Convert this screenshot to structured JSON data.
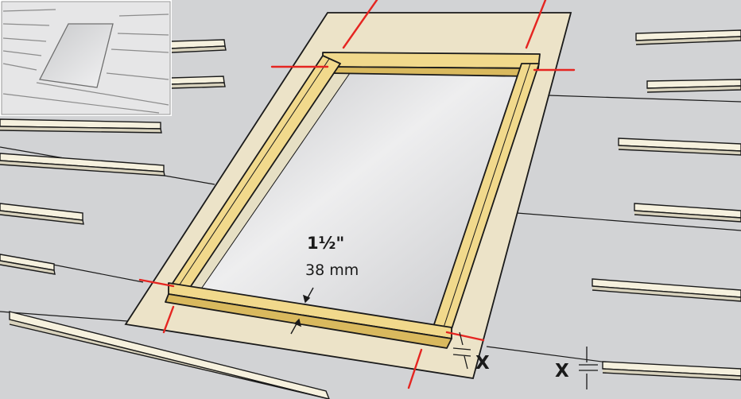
{
  "diagram": {
    "dimension_imperial": "1½\"",
    "dimension_metric": "38 mm",
    "gap_label_frame": "X",
    "gap_label_batten": "X"
  },
  "colors": {
    "roof_underlay": "#d2d3d5",
    "flashing_collar": "#ece3c8",
    "timber_frame": "#f1d98c",
    "glass": "#d9dadc",
    "batten": "#f6f1de",
    "cut_marks": "#e52521",
    "outline": "#1a1a1a"
  },
  "icons": [
    "roof-inset-icon"
  ]
}
